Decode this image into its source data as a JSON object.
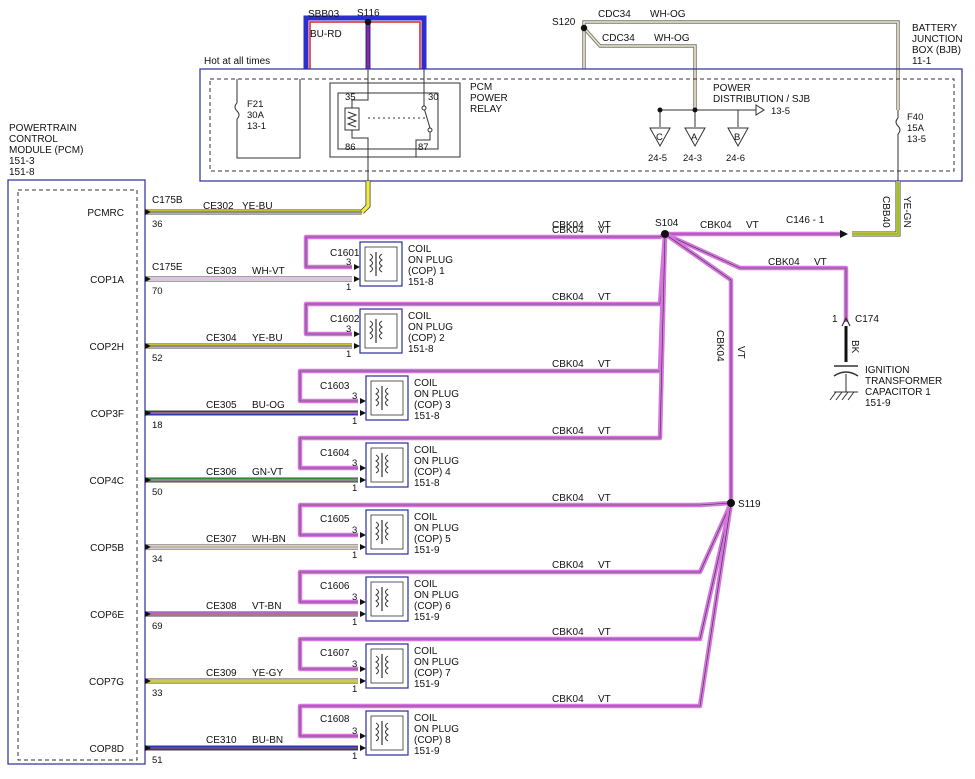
{
  "pcm": {
    "title_lines": [
      "POWERTRAIN",
      "CONTROL",
      "MODULE (PCM)",
      "151-3",
      "151-8"
    ],
    "pins": [
      {
        "name": "PCMRC",
        "pin": "36",
        "connector": "C175B"
      },
      {
        "name": "COP1A",
        "pin": "70",
        "connector": "C175E"
      },
      {
        "name": "COP2H",
        "pin": "52",
        "connector": ""
      },
      {
        "name": "COP3F",
        "pin": "18",
        "connector": ""
      },
      {
        "name": "COP4C",
        "pin": "50",
        "connector": ""
      },
      {
        "name": "COP5B",
        "pin": "34",
        "connector": ""
      },
      {
        "name": "COP6E",
        "pin": "69",
        "connector": ""
      },
      {
        "name": "COP7G",
        "pin": "33",
        "connector": ""
      },
      {
        "name": "COP8D",
        "pin": "51",
        "connector": ""
      }
    ]
  },
  "bjb": {
    "label_lines": [
      "BATTERY",
      "JUNCTION",
      "BOX (BJB)",
      "11-1"
    ],
    "hot_label": "Hot at all times",
    "fuse_f21": [
      "F21",
      "30A",
      "13-1"
    ],
    "fuse_f40": [
      "F40",
      "15A",
      "13-5"
    ],
    "relay_lines": [
      "PCM",
      "POWER",
      "RELAY"
    ],
    "relay_pins": [
      "35",
      "30",
      "86",
      "87"
    ],
    "power_dist_lines": [
      "POWER",
      "DISTRIBUTION / SJB"
    ],
    "power_dist_ref": "13-5",
    "terminals": [
      {
        "letter": "C",
        "ref": "24-5"
      },
      {
        "letter": "A",
        "ref": "24-3"
      },
      {
        "letter": "B",
        "ref": "24-6"
      }
    ]
  },
  "top_wires": {
    "sbb03": "SBB03",
    "bu_rd": "BU-RD",
    "s116": "S116",
    "s120": "S120",
    "cdc34_1": [
      "CDC34",
      "WH-OG"
    ],
    "cdc34_2": [
      "CDC34",
      "WH-OG"
    ]
  },
  "pcm_power_wire": {
    "circuit": "CE302",
    "color_code": "YE-BU"
  },
  "splices": {
    "s104": "S104",
    "s119": "S119"
  },
  "cbk04": {
    "circuit": "CBK04",
    "color_code": "VT"
  },
  "c146": "C146 - 1",
  "cbb40": {
    "circuit": "CBB40",
    "color_code": "YE-GN"
  },
  "capacitor": {
    "connector": "C174",
    "pin": "1",
    "wire_color": "BK",
    "label_lines": [
      "IGNITION",
      "TRANSFORMER",
      "CAPACITOR 1",
      "151-9"
    ]
  },
  "coil_label": [
    "COIL",
    "ON PLUG"
  ],
  "coils": [
    {
      "connector": "C1601",
      "number_line": "(COP) 1",
      "ref": "151-8",
      "circuit": "CE303",
      "color_code": "WH-VT",
      "pin_top": "3",
      "pin_bottom": "1"
    },
    {
      "connector": "C1602",
      "number_line": "(COP) 2",
      "ref": "151-8",
      "circuit": "CE304",
      "color_code": "YE-BU",
      "pin_top": "3",
      "pin_bottom": "1"
    },
    {
      "connector": "C1603",
      "number_line": "(COP) 3",
      "ref": "151-8",
      "circuit": "CE305",
      "color_code": "BU-OG",
      "pin_top": "3",
      "pin_bottom": "1"
    },
    {
      "connector": "C1604",
      "number_line": "(COP) 4",
      "ref": "151-8",
      "circuit": "CE306",
      "color_code": "GN-VT",
      "pin_top": "3",
      "pin_bottom": "1"
    },
    {
      "connector": "C1605",
      "number_line": "(COP) 5",
      "ref": "151-9",
      "circuit": "CE307",
      "color_code": "WH-BN",
      "pin_top": "3",
      "pin_bottom": "1"
    },
    {
      "connector": "C1606",
      "number_line": "(COP) 6",
      "ref": "151-9",
      "circuit": "CE308",
      "color_code": "VT-BN",
      "pin_top": "3",
      "pin_bottom": "1"
    },
    {
      "connector": "C1607",
      "number_line": "(COP) 7",
      "ref": "151-9",
      "circuit": "CE309",
      "color_code": "YE-GY",
      "pin_top": "3",
      "pin_bottom": "1"
    },
    {
      "connector": "C1608",
      "number_line": "(COP) 8",
      "ref": "151-9",
      "circuit": "CE310",
      "color_code": "BU-BN",
      "pin_top": "3",
      "pin_bottom": "1"
    }
  ],
  "colors": {
    "violet_wire": "#d675e0",
    "yellow": "#f0ea3a",
    "white": "#ffffff",
    "blue": "#2d2dd0",
    "red": "#e02020",
    "green": "#3a9a3a",
    "brown": "#9a6a3a",
    "gray": "#a0a0a0",
    "orange": "#f0a030",
    "box_stroke": "#2b2b9e"
  }
}
